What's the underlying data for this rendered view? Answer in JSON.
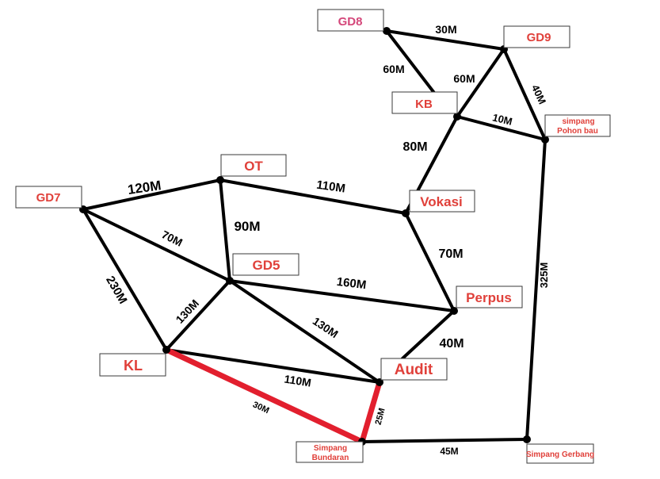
{
  "colors": {
    "edge": "#000000",
    "highlight_edge": "#e21f2e",
    "node_label": "#e0403a",
    "gd8_label": "#d4477a"
  },
  "nodes": {
    "gd8": "GD8",
    "gd9": "GD9",
    "kb": "KB",
    "simpang_pohon_bau_line1": "simpang",
    "simpang_pohon_bau_line2": "Pohon bau",
    "ot": "OT",
    "gd7": "GD7",
    "vokasi": "Vokasi",
    "gd5": "GD5",
    "perpus": "Perpus",
    "kl": "KL",
    "audit": "Audit",
    "simpang_bundaran_line1": "Simpang",
    "simpang_bundaran_line2": "Bundaran",
    "simpang_gerbang": "Simpang Gerbang"
  },
  "edges": {
    "gd8_gd9": "30M",
    "gd8_kb": "60M",
    "gd9_kb": "60M",
    "gd9_simpang_pohon_bau": "40M",
    "kb_simpang_pohon_bau": "10M",
    "kb_vokasi": "80M",
    "gd7_ot": "120M",
    "ot_vokasi": "110M",
    "ot_gd5": "90M",
    "gd7_gd5": "70M",
    "gd7_kl": "230M",
    "vokasi_perpus": "70M",
    "gd5_perpus": "160M",
    "gd5_kl": "130M",
    "gd5_audit": "130M",
    "perpus_audit": "40M",
    "kl_audit": "110M",
    "kl_simpang_bundaran": "30M",
    "audit_simpang_bundaran": "25M",
    "simpang_bundaran_simpang_gerbang": "45M",
    "simpang_pohon_bau_simpang_gerbang": "325M"
  }
}
